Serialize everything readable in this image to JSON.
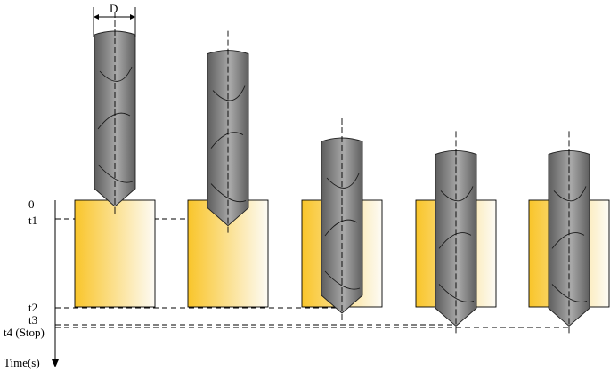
{
  "diameter_label": "D",
  "time_axis": {
    "label": "Time(s)",
    "ticks": [
      "0",
      "t1",
      "t2",
      "t3",
      "t4 (Stop)"
    ]
  },
  "stages": [
    {
      "tip_offset": 0.0
    },
    {
      "tip_offset": 0.18
    },
    {
      "tip_offset": 1.0
    },
    {
      "tip_offset": 1.12
    },
    {
      "tip_offset": 1.12
    }
  ],
  "colors": {
    "workpiece_gradient_start": "#f9c52a",
    "workpiece_gradient_end": "#fdfbf5",
    "drill_dark": "#5e5e5e",
    "drill_light": "#a9a9a9",
    "line": "#000000"
  }
}
